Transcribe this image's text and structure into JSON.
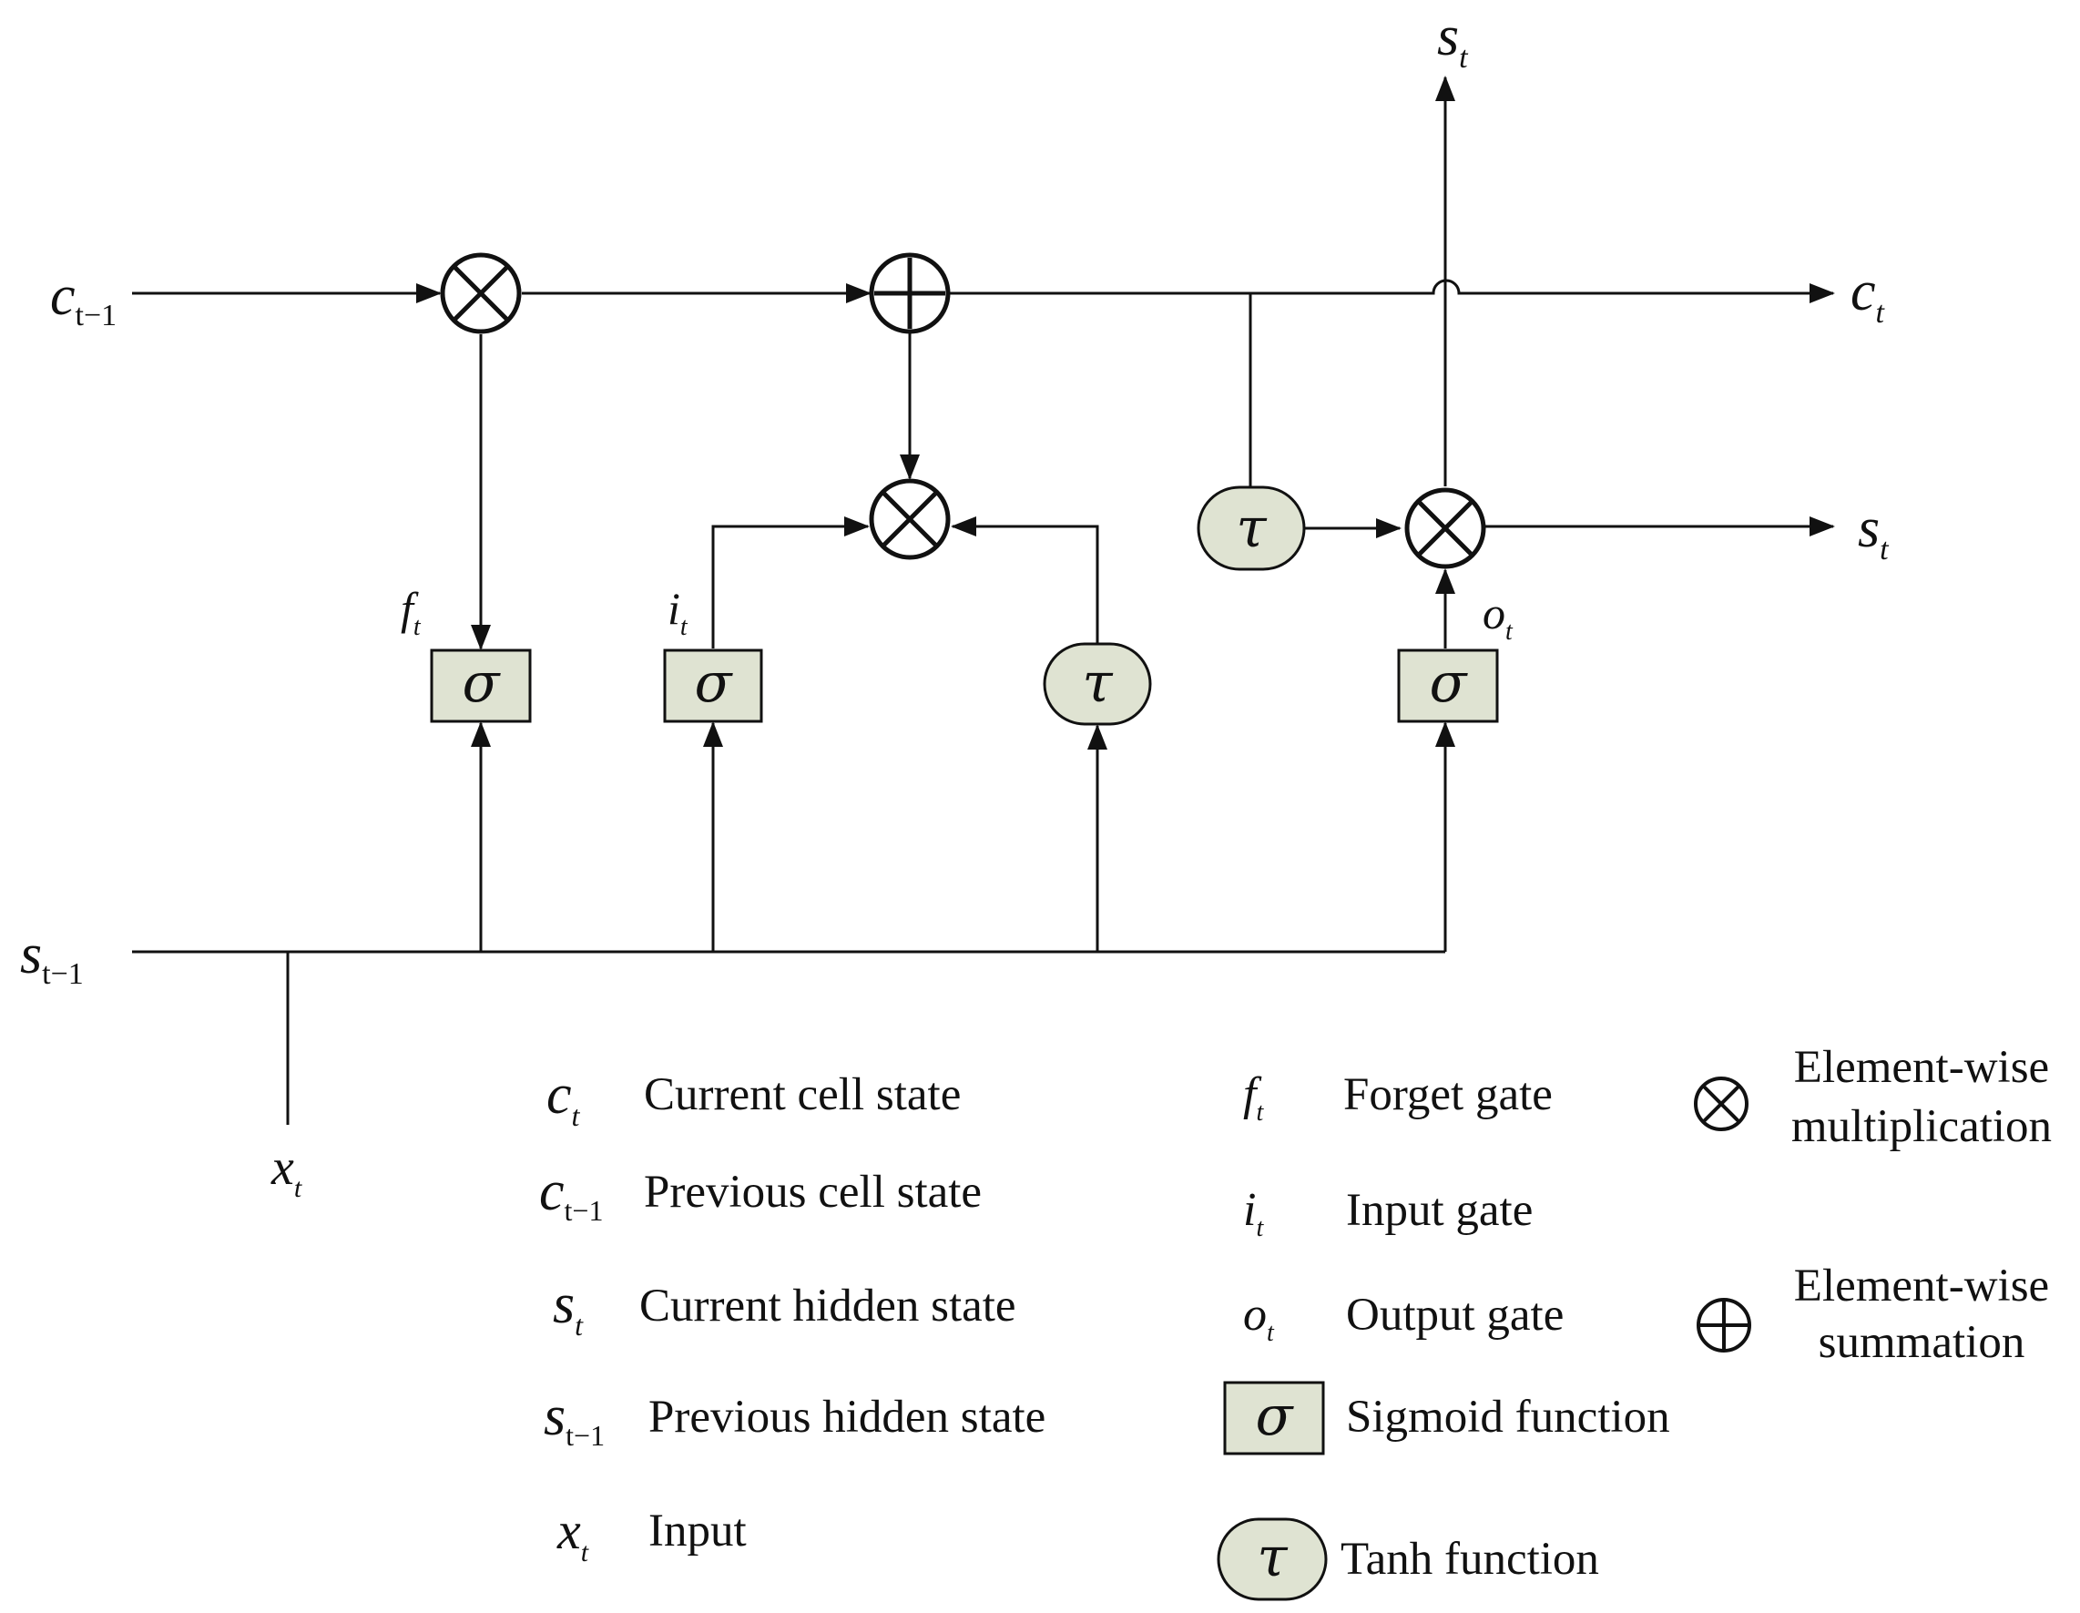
{
  "variables": {
    "c_prev": {
      "base": "c",
      "sub": "t−1"
    },
    "c_t": {
      "base": "c",
      "sub": "t"
    },
    "s_prev": {
      "base": "s",
      "sub": "t−1"
    },
    "s_t": {
      "base": "s",
      "sub": "t"
    },
    "x_t": {
      "base": "x",
      "sub": "t"
    },
    "f_t": {
      "base": "f",
      "sub": "t"
    },
    "i_t": {
      "base": "i",
      "sub": "t"
    },
    "o_t": {
      "base": "o",
      "sub": "t"
    }
  },
  "symbols": {
    "sigma": "σ",
    "tanh": "τ",
    "multiply": "⊗",
    "add": "⊕"
  },
  "legend": {
    "left": [
      {
        "base": "c",
        "sub": "t",
        "text": "Current cell state"
      },
      {
        "base": "c",
        "sub": "t−1",
        "text": "Previous  cell state"
      },
      {
        "base": "s",
        "sub": "t",
        "text": "Current hidden state"
      },
      {
        "base": "s",
        "sub": "t−1",
        "text": "Previous hidden state"
      },
      {
        "base": "x",
        "sub": "t",
        "text": "Input"
      }
    ],
    "middle": [
      {
        "base": "f",
        "sub": "t",
        "text": "Forget gate"
      },
      {
        "base": "i",
        "sub": "t",
        "text": "Input gate"
      },
      {
        "base": "o",
        "sub": "t",
        "text": "Output gate"
      },
      {
        "symbol": "σ",
        "text": "Sigmoid function"
      },
      {
        "symbol": "τ",
        "text": "Tanh function"
      }
    ],
    "right": [
      {
        "symbol": "⊗",
        "line1": "Element-wise",
        "line2": "multiplication"
      },
      {
        "symbol": "⊕",
        "line1": "Element-wise",
        "line2": "summation"
      }
    ]
  },
  "colors": {
    "gate_fill": "#dfe3d2",
    "stroke": "#111111",
    "background": "#ffffff"
  }
}
